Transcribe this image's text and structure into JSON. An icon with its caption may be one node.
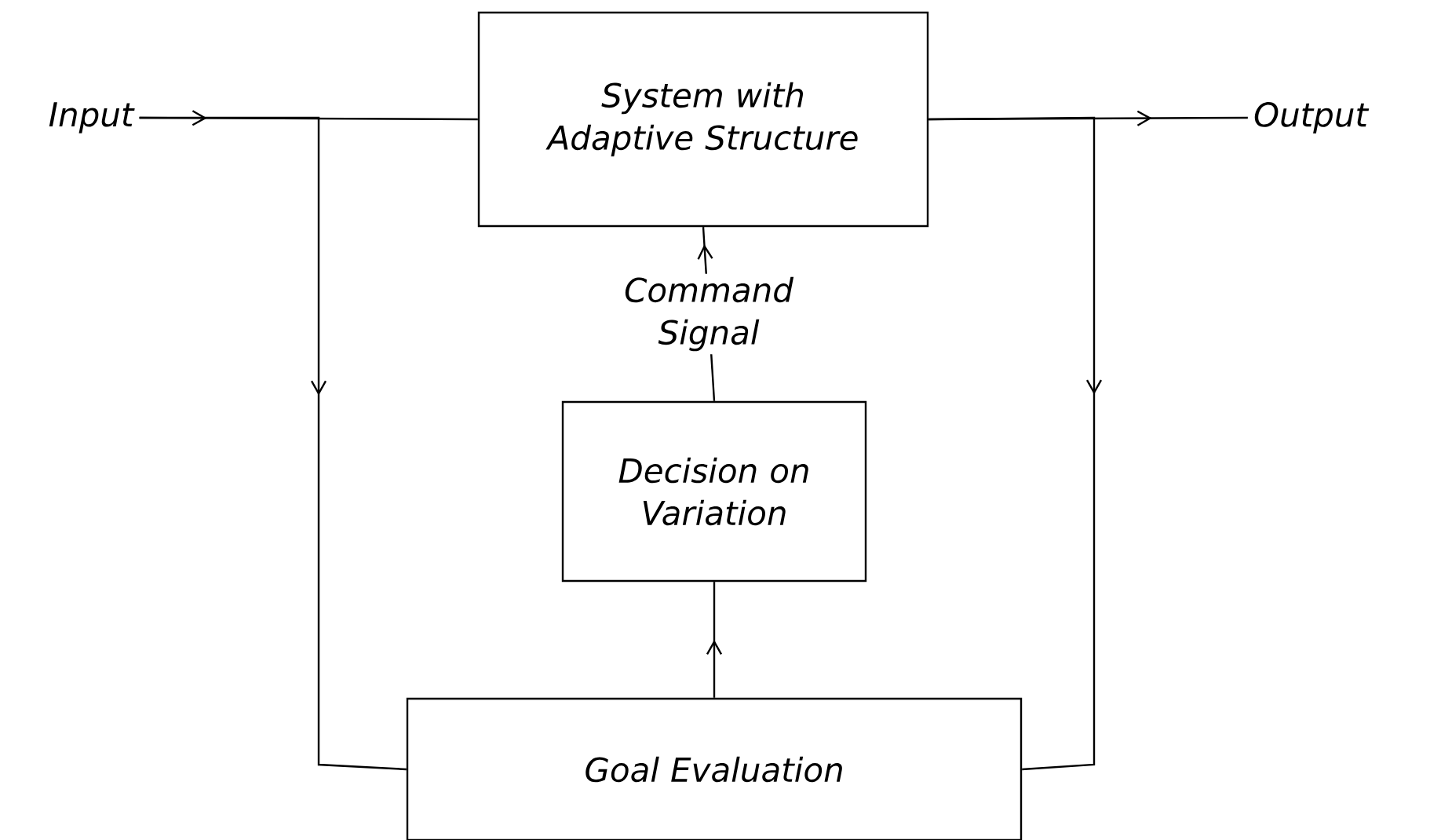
{
  "diagram": {
    "nodes": [
      {
        "text": [
          "Input"
        ]
      },
      {
        "text": [
          "System with Adaptive Structure"
        ]
      },
      {
        "text": [
          "Output"
        ]
      },
      {
        "text": [
          "Decision on Variation"
        ]
      },
      {
        "text": [
          "Goal Evaluation"
        ]
      }
    ],
    "edges": [
      {
        "from": 0,
        "to": 1,
        "arrow": "to"
      },
      {
        "from": 1,
        "to": 2,
        "arrow": "to"
      },
      {
        "from": 0,
        "to": 4,
        "arrow": "to"
      },
      {
        "from": 1,
        "to": 4,
        "arrow": "to"
      },
      {
        "from": 4,
        "to": 3,
        "arrow": "to"
      },
      {
        "from": 3,
        "to": 1,
        "arrow": "to",
        "label": "Command Signal"
      }
    ]
  }
}
